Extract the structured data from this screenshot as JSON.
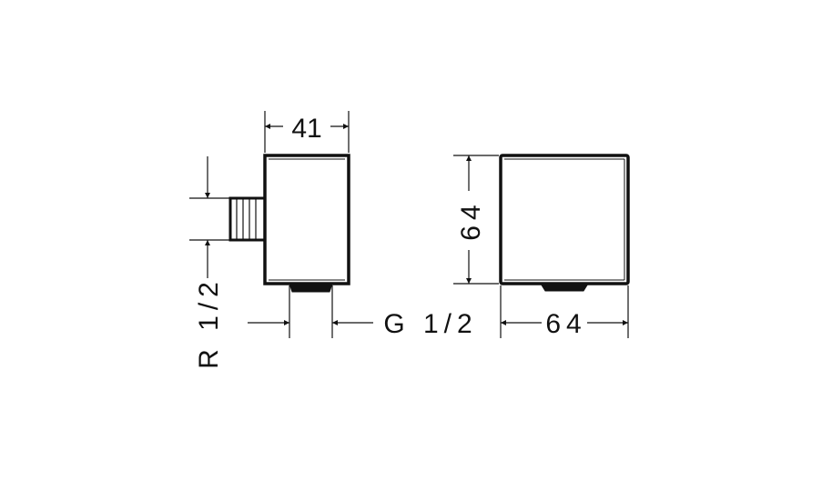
{
  "drawing": {
    "side_view": {
      "width_label": "41",
      "inlet_thread_label": "R 1/2",
      "outlet_thread_label": "G 1/2"
    },
    "front_view": {
      "height_label": "64",
      "width_label": "64"
    },
    "line_color": "#111111"
  }
}
